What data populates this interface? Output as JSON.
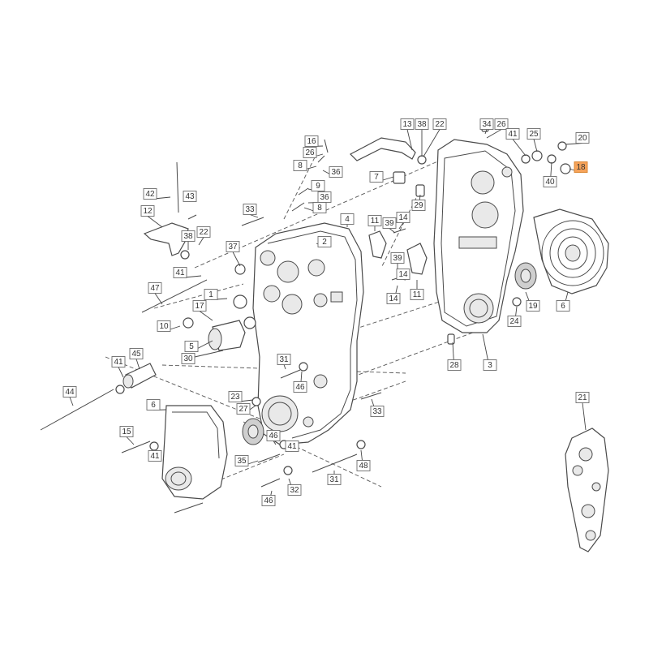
{
  "highlight_color": "#f6a35a",
  "callouts": [
    {
      "label": "13"
    },
    {
      "label": "38"
    },
    {
      "label": "22"
    },
    {
      "label": "34"
    },
    {
      "label": "26"
    },
    {
      "label": "41"
    },
    {
      "label": "25"
    },
    {
      "label": "20"
    },
    {
      "label": "16"
    },
    {
      "label": "26"
    },
    {
      "label": "8"
    },
    {
      "label": "36"
    },
    {
      "label": "7"
    },
    {
      "label": "40"
    },
    {
      "label": "18",
      "highlighted": true
    },
    {
      "label": "9"
    },
    {
      "label": "36"
    },
    {
      "label": "29"
    },
    {
      "label": "42"
    },
    {
      "label": "43"
    },
    {
      "label": "8"
    },
    {
      "label": "33"
    },
    {
      "label": "4"
    },
    {
      "label": "11"
    },
    {
      "label": "39"
    },
    {
      "label": "14"
    },
    {
      "label": "12"
    },
    {
      "label": "38"
    },
    {
      "label": "22"
    },
    {
      "label": "2"
    },
    {
      "label": "37"
    },
    {
      "label": "41"
    },
    {
      "label": "39"
    },
    {
      "label": "14"
    },
    {
      "label": "47"
    },
    {
      "label": "1"
    },
    {
      "label": "17"
    },
    {
      "label": "14"
    },
    {
      "label": "11"
    },
    {
      "label": "19"
    },
    {
      "label": "6"
    },
    {
      "label": "24"
    },
    {
      "label": "10"
    },
    {
      "label": "5"
    },
    {
      "label": "30"
    },
    {
      "label": "28"
    },
    {
      "label": "3"
    },
    {
      "label": "41"
    },
    {
      "label": "45"
    },
    {
      "label": "31"
    },
    {
      "label": "46"
    },
    {
      "label": "21"
    },
    {
      "label": "44"
    },
    {
      "label": "6"
    },
    {
      "label": "23"
    },
    {
      "label": "27"
    },
    {
      "label": "33"
    },
    {
      "label": "15"
    },
    {
      "label": "41"
    },
    {
      "label": "46"
    },
    {
      "label": "35"
    },
    {
      "label": "41"
    },
    {
      "label": "48"
    },
    {
      "label": "31"
    },
    {
      "label": "46"
    },
    {
      "label": "32"
    }
  ]
}
